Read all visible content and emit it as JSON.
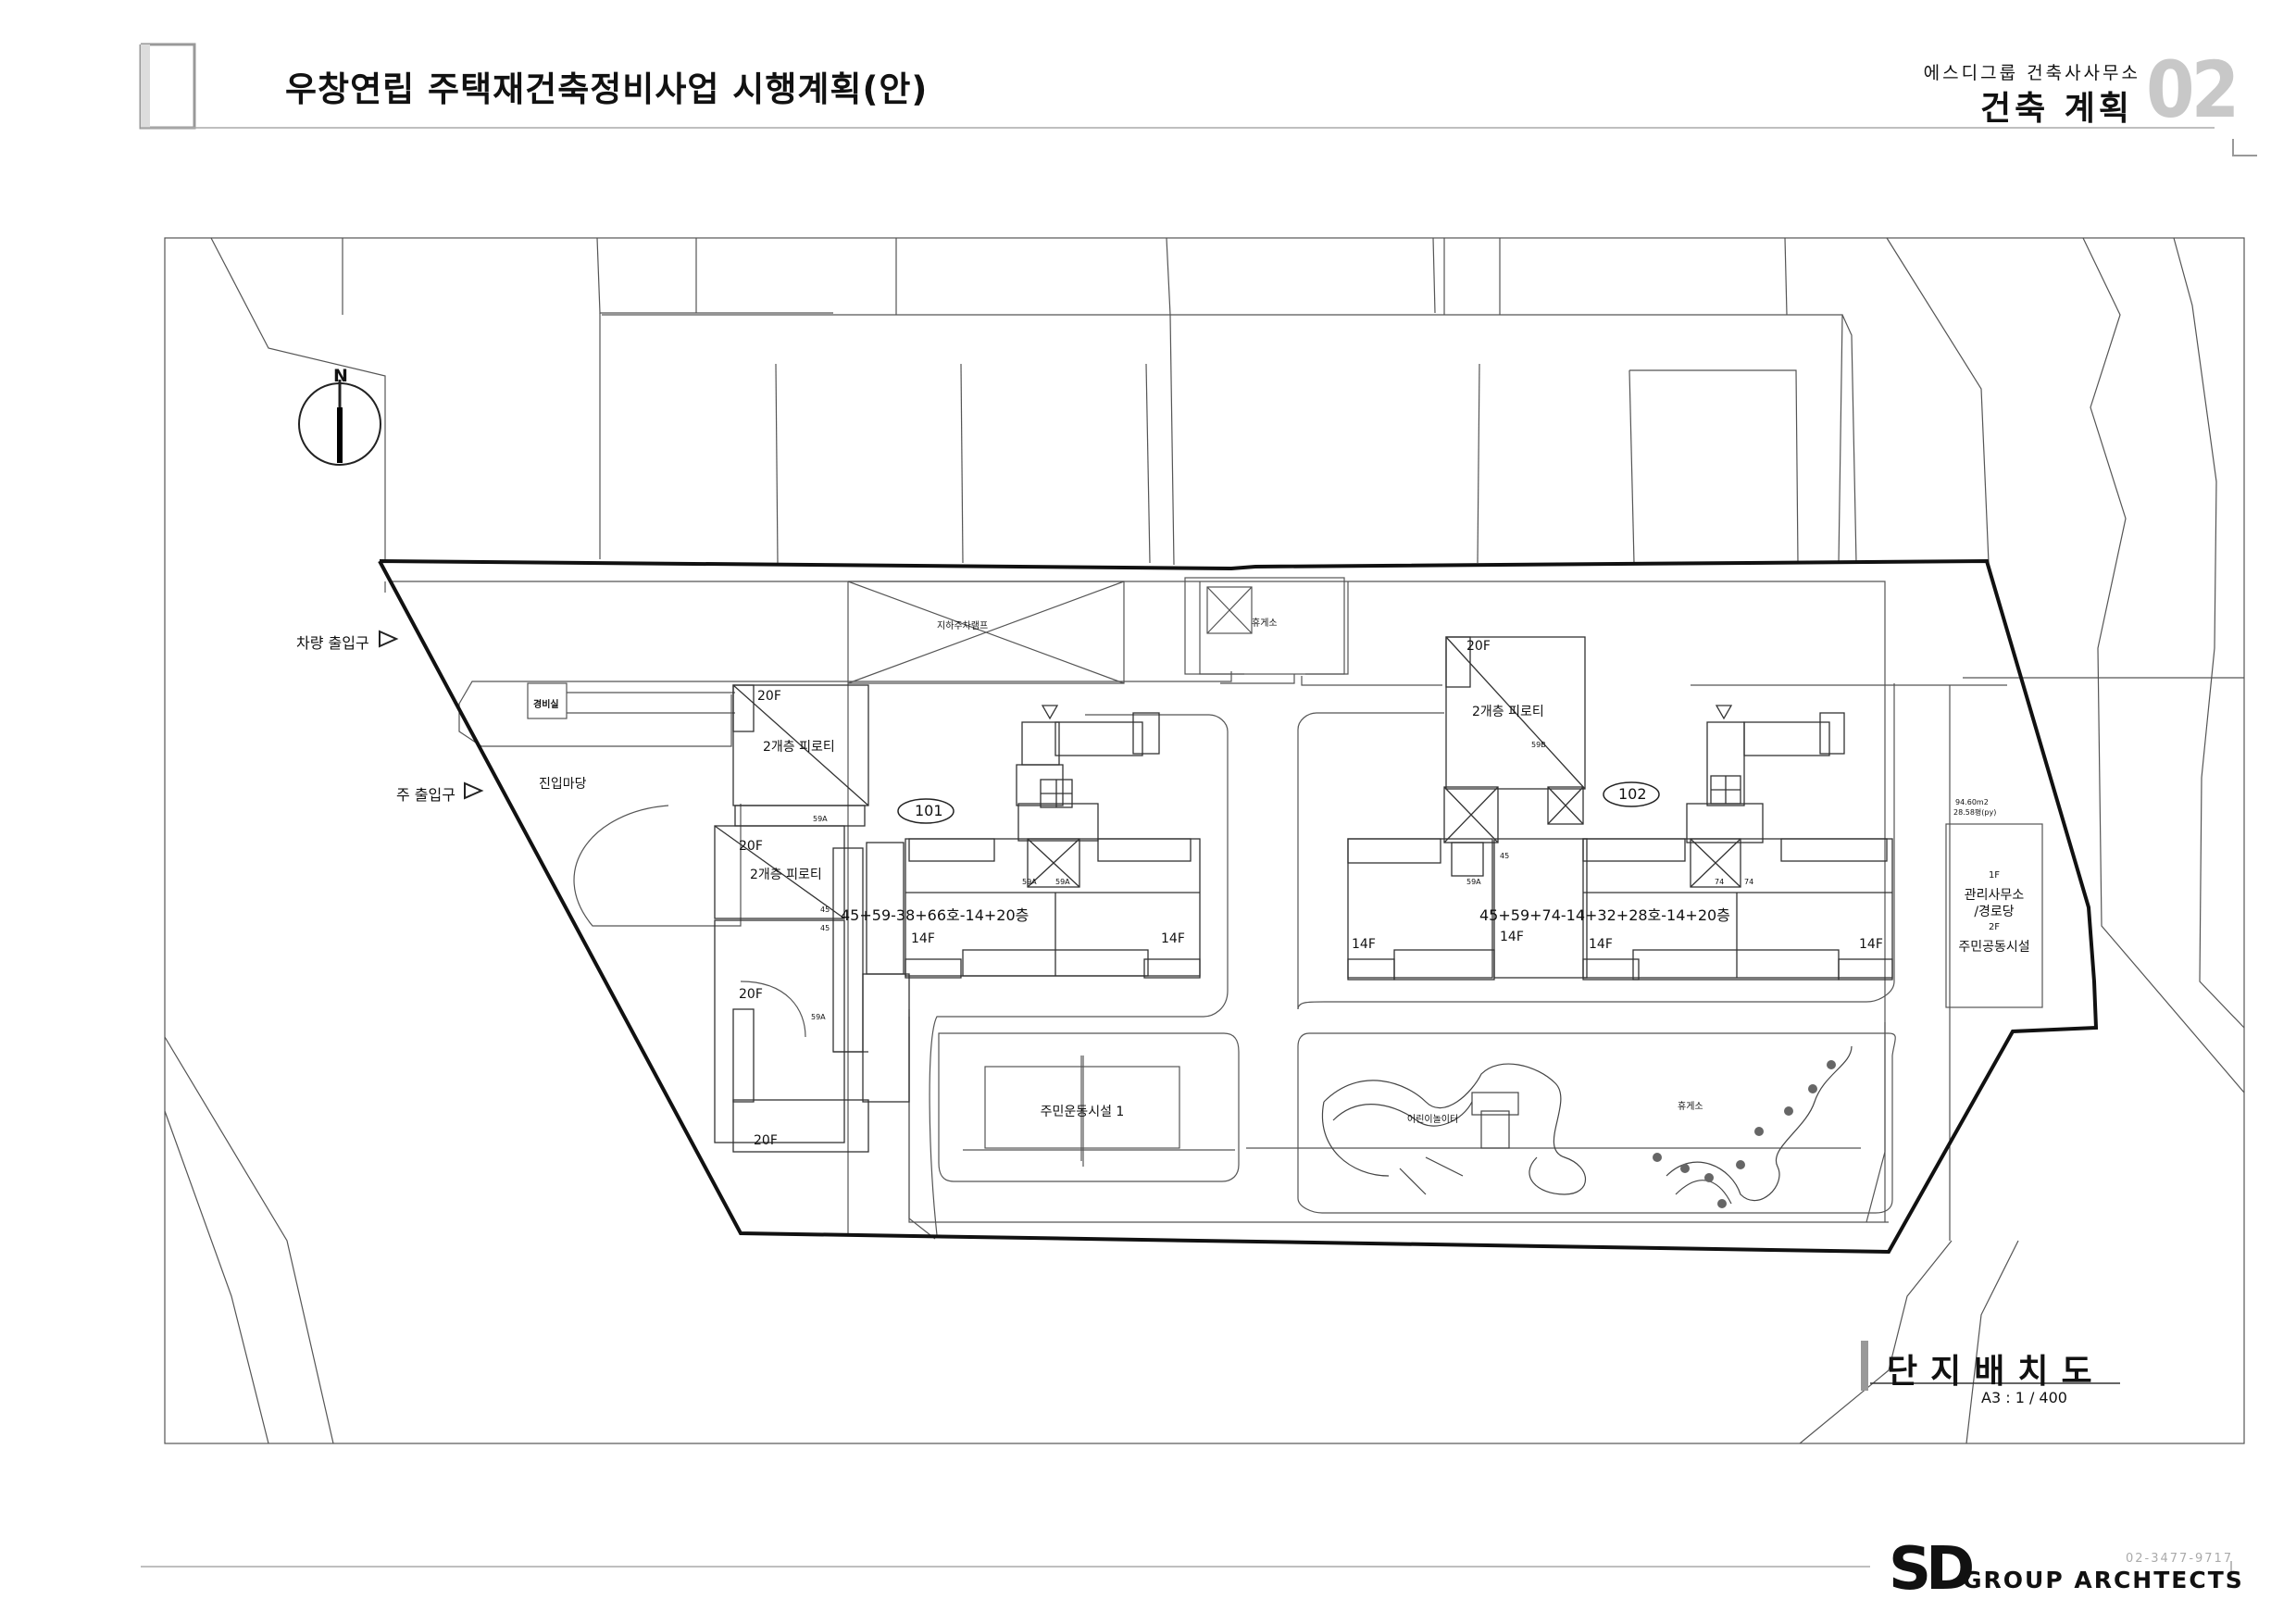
{
  "header": {
    "title": "우창연립 주택재건축정비사업 시행계획(안)",
    "firm": "에스디그룹 건축사사무소",
    "section": "건축 계획",
    "section_no": "02"
  },
  "site_plan": {
    "compass": "N",
    "entrance_vehicle": "차량 출입구",
    "entrance_main": "주 출입구",
    "guard_house": "경비실",
    "entry_yard": "진입마당",
    "parking_ramp": "지하주차램프",
    "rest_area_top": "휴게소",
    "pilotis": "2개층 피로티",
    "floors_20": "20F",
    "floors_14": "14F",
    "unit_59A": "59A",
    "unit_59B": "59B",
    "unit_45": "45",
    "unit_74": "74",
    "building_101": "101",
    "building_102": "102",
    "building_101_mix": "45+59-38+66호-14+20층",
    "building_102_mix": "45+59+74-14+32+28호-14+20층",
    "management_area": "94.60m2",
    "management_pyeong": "28.58평(py)",
    "management_1f": "1F",
    "management_1f_name": "관리사무소",
    "management_1f_name2": "/경로당",
    "management_2f": "2F",
    "management_2f_name": "주민공동시설",
    "sports": "주민운동시설 1",
    "playground": "어린이놀이터",
    "rest_area": "휴게소"
  },
  "plan_title": "단지배치도",
  "plan_scale": "A3 : 1 / 400",
  "footer": {
    "phone": "02-3477-9717",
    "logo_mark": "SD",
    "logo_text": "GROUP ARCHTECTS"
  },
  "colors": {
    "ink": "#111111",
    "line": "#555555",
    "accent_grey": "#c8c8c8"
  }
}
